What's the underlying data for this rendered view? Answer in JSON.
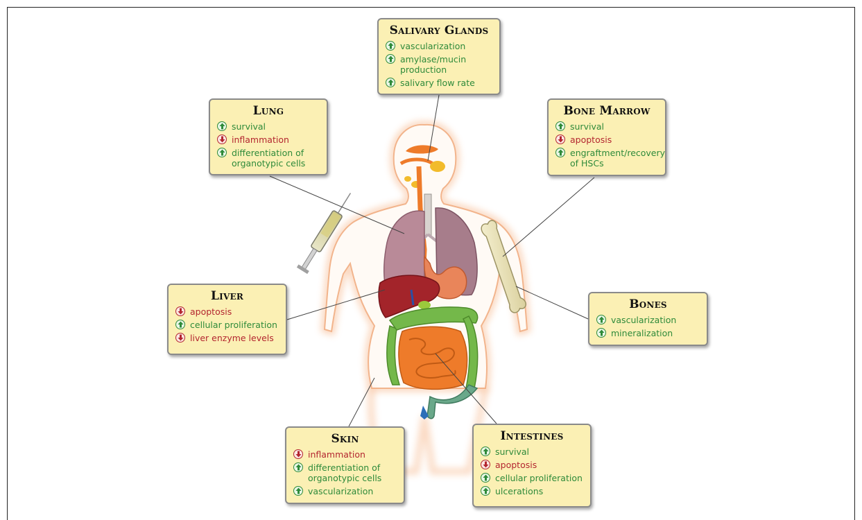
{
  "boxes": {
    "salivary": {
      "title": "Salivary Glands",
      "items": [
        {
          "dir": "up",
          "text": "vascularization",
          "icon": "up-arrow-icon"
        },
        {
          "dir": "up",
          "text": "amylase/mucin production",
          "icon": "up-arrow-icon"
        },
        {
          "dir": "up",
          "text": "salivary flow rate",
          "icon": "up-arrow-icon"
        }
      ]
    },
    "lung": {
      "title": "Lung",
      "items": [
        {
          "dir": "up",
          "text": "survival",
          "icon": "up-arrow-icon"
        },
        {
          "dir": "down",
          "text": "inflammation",
          "icon": "down-arrow-icon"
        },
        {
          "dir": "up",
          "text": "differentiation of organotypic cells",
          "icon": "up-arrow-icon"
        }
      ]
    },
    "bone_marrow": {
      "title": "Bone Marrow",
      "items": [
        {
          "dir": "up",
          "text": "survival",
          "icon": "up-arrow-icon"
        },
        {
          "dir": "down",
          "text": "apoptosis",
          "icon": "down-arrow-icon"
        },
        {
          "dir": "up",
          "text": "engraftment/recovery of HSCs",
          "icon": "up-arrow-icon"
        }
      ]
    },
    "liver": {
      "title": "Liver",
      "items": [
        {
          "dir": "down",
          "text": "apoptosis",
          "icon": "down-arrow-icon"
        },
        {
          "dir": "up",
          "text": "cellular proliferation",
          "icon": "up-arrow-icon"
        },
        {
          "dir": "down",
          "text": "liver enzyme levels",
          "icon": "down-arrow-icon"
        }
      ]
    },
    "bones": {
      "title": "Bones",
      "items": [
        {
          "dir": "up",
          "text": "vascularization",
          "icon": "up-arrow-icon"
        },
        {
          "dir": "up",
          "text": "mineralization",
          "icon": "up-arrow-icon"
        }
      ]
    },
    "skin": {
      "title": "Skin",
      "items": [
        {
          "dir": "down",
          "text": "inflammation",
          "icon": "down-arrow-icon"
        },
        {
          "dir": "up",
          "text": "differentiation of organotypic cells",
          "icon": "up-arrow-icon"
        },
        {
          "dir": "up",
          "text": "vascularization",
          "icon": "up-arrow-icon"
        }
      ]
    },
    "intestines": {
      "title": "Intestines",
      "items": [
        {
          "dir": "up",
          "text": "survival",
          "icon": "up-arrow-icon"
        },
        {
          "dir": "down",
          "text": "apoptosis",
          "icon": "down-arrow-icon"
        },
        {
          "dir": "up",
          "text": "cellular proliferation",
          "icon": "up-arrow-icon"
        },
        {
          "dir": "up",
          "text": "ulcerations",
          "icon": "up-arrow-icon"
        }
      ]
    }
  },
  "colors": {
    "box_fill": "#fbf0b4",
    "increase": "#2e8a3a",
    "decrease": "#b3252f",
    "body_glow": "#f4a36a",
    "lung": "#b98a98",
    "liver": "#a3242a",
    "large_intestine": "#74b84a",
    "small_intestine": "#ee7b2a"
  },
  "illustration": {
    "icons": [
      "human-body-icon",
      "syringe-icon",
      "bone-icon"
    ]
  }
}
